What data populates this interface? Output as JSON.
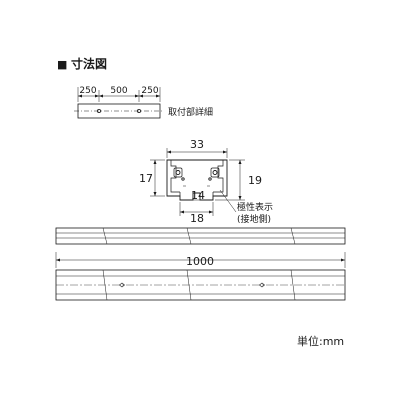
{
  "header": {
    "marker": "■",
    "title": "寸法図"
  },
  "mount_detail": {
    "dim_left": "250",
    "dim_center": "500",
    "dim_right": "250",
    "label": "取付部詳細"
  },
  "section": {
    "width_top": "33",
    "height_left": "17",
    "height_right": "19",
    "inner_width": "14",
    "bottom_width": "18",
    "polarity_label": "極性表示",
    "polarity_note": "(接地側)"
  },
  "rail": {
    "length": "1000"
  },
  "unit": {
    "label": "単位:mm"
  }
}
